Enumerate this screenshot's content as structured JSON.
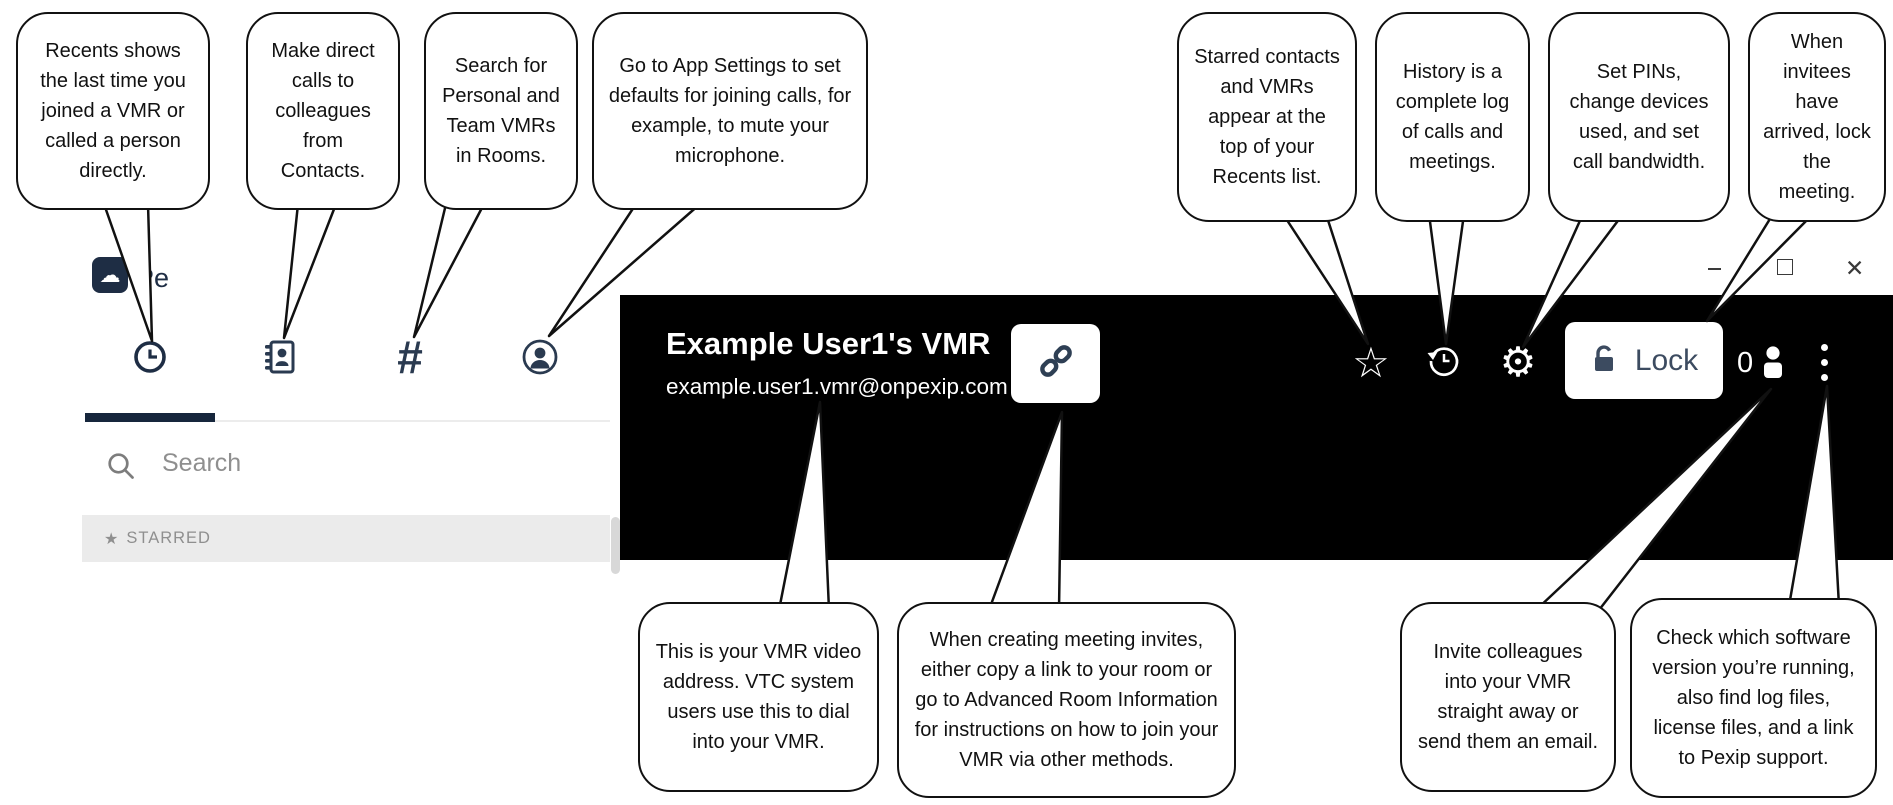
{
  "callouts": {
    "recents": {
      "text": "Recents shows the last time you joined a VMR or called a person directly."
    },
    "contacts": {
      "text": "Make direct calls to colleagues from Contacts."
    },
    "rooms": {
      "text": "Search for Personal and Team VMRs in Rooms."
    },
    "app_settings": {
      "text": "Go to App Settings to set defaults for joining calls, for example, to mute your microphone."
    },
    "starred": {
      "text": "Starred contacts and VMRs appear at the top of your Recents list."
    },
    "history": {
      "text": "History is a complete log of calls and meetings."
    },
    "pins": {
      "text": "Set PINs, change devices used, and set call bandwidth."
    },
    "lock": {
      "text": "When invitees have arrived, lock the meeting."
    },
    "vmr_address": {
      "text": "This is your VMR video address. VTC system users use this to dial into your VMR."
    },
    "copy_link": {
      "text": "When creating meeting invites, either copy a link to your room or go to Advanced Room Information for instructions on how to join your VMR via other methods."
    },
    "invite": {
      "text": "Invite colleagues into your VMR straight away or send them an email."
    },
    "about": {
      "text": "Check which software version you’re running, also find log files, license files, and a link to Pexip support."
    }
  },
  "sidebar": {
    "logo_text": "Pe",
    "search_placeholder": "Search",
    "starred_header": "STARRED",
    "tabs": [
      {
        "id": "recents",
        "icon": "clock-icon"
      },
      {
        "id": "contacts",
        "icon": "contacts-book-icon"
      },
      {
        "id": "rooms",
        "icon": "hash-icon"
      },
      {
        "id": "profile",
        "icon": "person-circle-icon"
      }
    ]
  },
  "toolbar": {
    "title": "Example User1's VMR",
    "address": "example.user1.vmr@onpexip.com",
    "lock_label": "Lock",
    "participant_count": "0"
  },
  "window_controls": {
    "close_glyph": "✕"
  },
  "icons": {
    "cloud": "☁",
    "star_outline": "☆",
    "star_filled": "★",
    "gear": "⚙",
    "hash": "#"
  },
  "colors": {
    "navy_icon": "#1e2d44",
    "toolbar_background": "#000000",
    "lock_text": "#3c4b60",
    "starred_banner": "#ebebeb",
    "muted_text": "#8f8f8f",
    "callout_border": "#111111"
  }
}
